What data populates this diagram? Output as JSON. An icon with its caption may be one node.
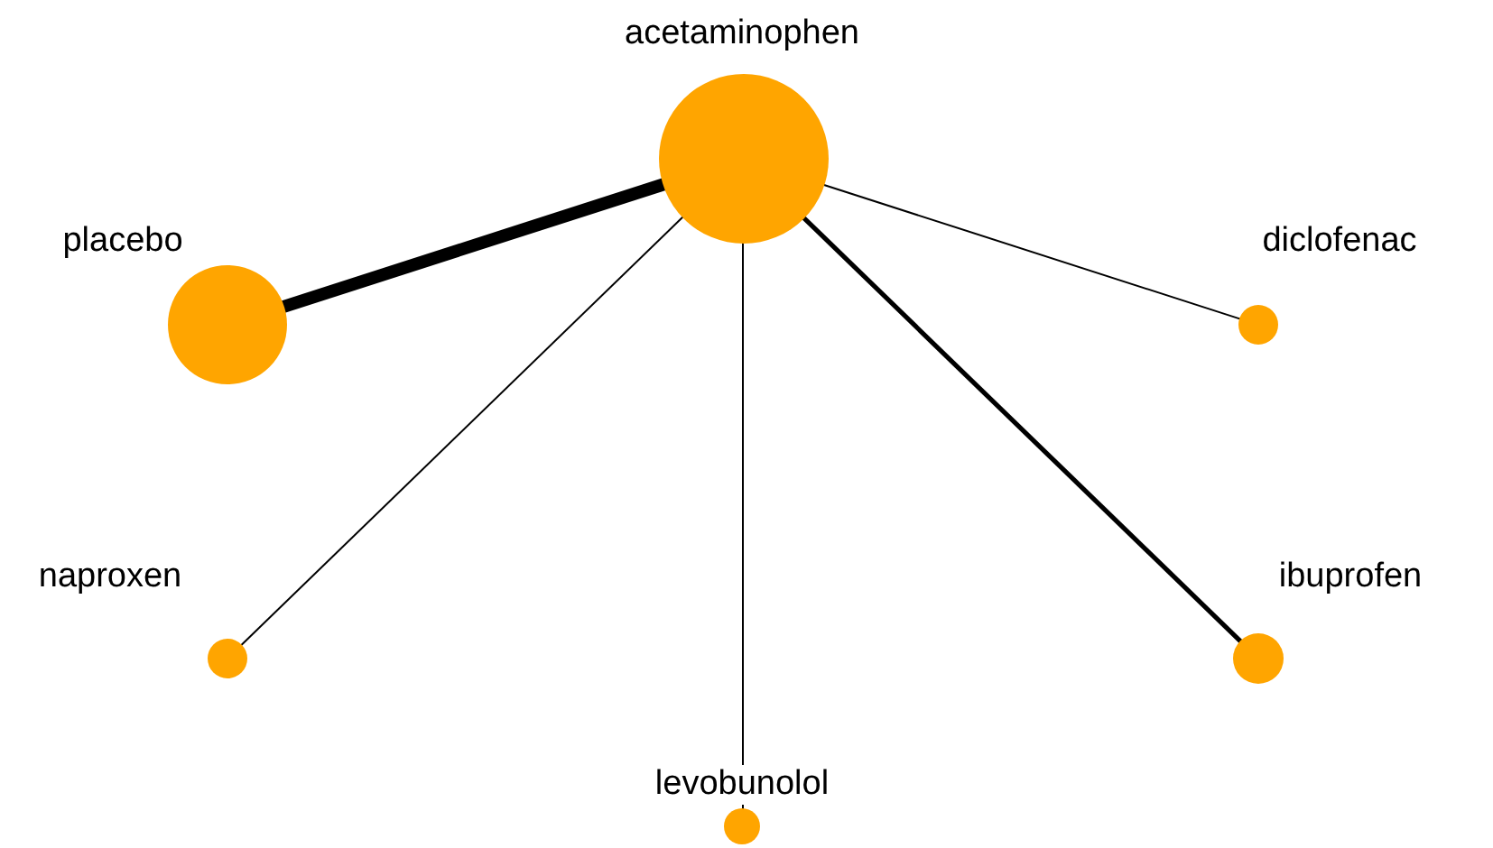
{
  "diagram": {
    "nodes": [
      {
        "text": [
          "acetaminophen"
        ]
      },
      {
        "text": [
          "placebo"
        ]
      },
      {
        "text": [
          "diclofenac"
        ]
      },
      {
        "text": [
          "naproxen"
        ]
      },
      {
        "text": [
          "ibuprofen"
        ]
      },
      {
        "text": [
          "levobunolol"
        ]
      }
    ],
    "edges": [
      {
        "from": 0,
        "to": 1,
        "arrow": "none",
        "style": "thick"
      },
      {
        "from": 0,
        "to": 2,
        "arrow": "none"
      },
      {
        "from": 0,
        "to": 3,
        "arrow": "none"
      },
      {
        "from": 0,
        "to": 4,
        "arrow": "none",
        "style": "thick"
      },
      {
        "from": 0,
        "to": 5,
        "arrow": "none"
      }
    ]
  }
}
